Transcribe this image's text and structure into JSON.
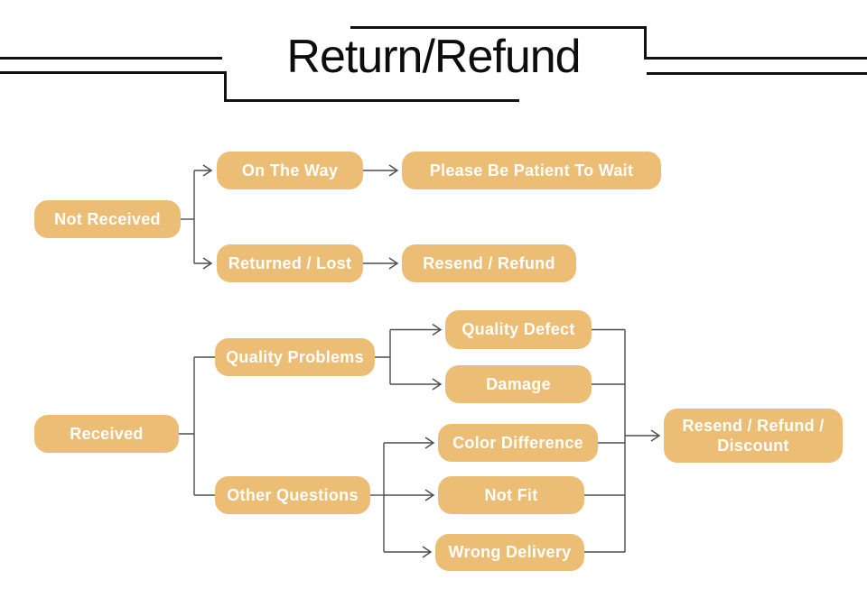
{
  "title": "Return/Refund",
  "colors": {
    "node_fill": "#ecbe75",
    "node_text": "#ffffff",
    "connector": "#4d4d4d",
    "frame": "#111111",
    "background": "#ffffff"
  },
  "flowchart": {
    "nodes": {
      "not_received": {
        "label": "Not Received"
      },
      "on_the_way": {
        "label": "On The Way"
      },
      "please_wait": {
        "label": "Please Be Patient To Wait"
      },
      "returned_lost": {
        "label": "Returned / Lost"
      },
      "resend_refund": {
        "label": "Resend / Refund"
      },
      "received": {
        "label": "Received"
      },
      "quality_problems": {
        "label": "Quality Problems"
      },
      "quality_defect": {
        "label": "Quality Defect"
      },
      "damage": {
        "label": "Damage"
      },
      "other_questions": {
        "label": "Other Questions"
      },
      "color_difference": {
        "label": "Color Difference"
      },
      "not_fit": {
        "label": "Not Fit"
      },
      "wrong_delivery": {
        "label": "Wrong Delivery"
      },
      "resend_refund_discount": {
        "label": "Resend / Refund / Discount"
      }
    },
    "edges": [
      {
        "from": "not_received",
        "to": "on_the_way",
        "arrow": true
      },
      {
        "from": "not_received",
        "to": "returned_lost",
        "arrow": true
      },
      {
        "from": "on_the_way",
        "to": "please_wait",
        "arrow": true
      },
      {
        "from": "returned_lost",
        "to": "resend_refund",
        "arrow": true
      },
      {
        "from": "received",
        "to": "quality_problems",
        "arrow": false
      },
      {
        "from": "received",
        "to": "other_questions",
        "arrow": false
      },
      {
        "from": "quality_problems",
        "to": "quality_defect",
        "arrow": true
      },
      {
        "from": "quality_problems",
        "to": "damage",
        "arrow": true
      },
      {
        "from": "other_questions",
        "to": "color_difference",
        "arrow": true
      },
      {
        "from": "other_questions",
        "to": "not_fit",
        "arrow": true
      },
      {
        "from": "other_questions",
        "to": "wrong_delivery",
        "arrow": true
      },
      {
        "from": "quality_defect",
        "to": "resend_refund_discount",
        "arrow": true
      },
      {
        "from": "damage",
        "to": "resend_refund_discount",
        "arrow": true
      },
      {
        "from": "color_difference",
        "to": "resend_refund_discount",
        "arrow": true
      },
      {
        "from": "not_fit",
        "to": "resend_refund_discount",
        "arrow": true
      },
      {
        "from": "wrong_delivery",
        "to": "resend_refund_discount",
        "arrow": true
      }
    ]
  }
}
